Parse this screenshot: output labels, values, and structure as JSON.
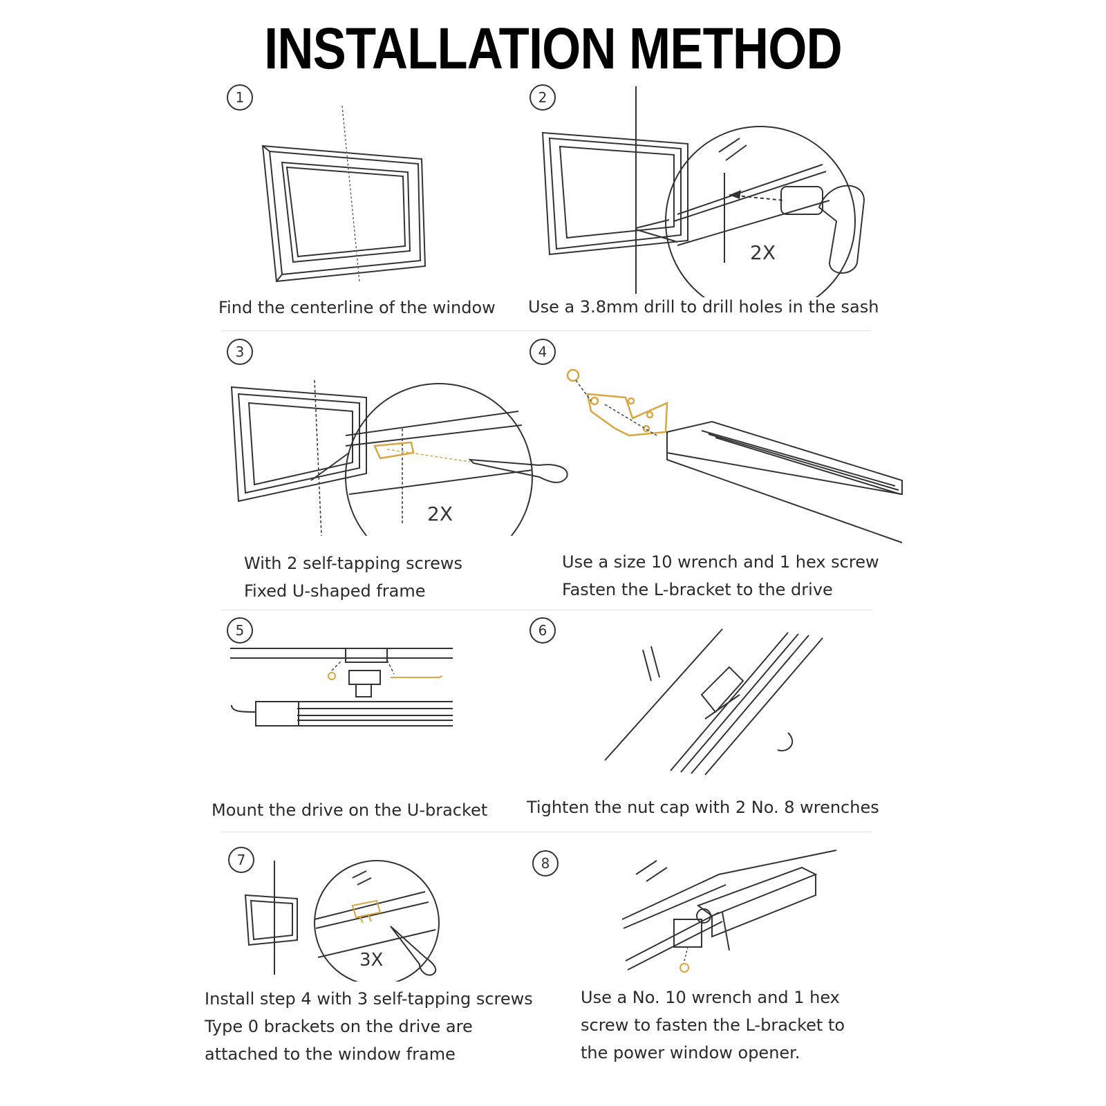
{
  "title": "INSTALLATION METHOD",
  "steps": [
    {
      "number": "1",
      "lines": [
        "Find the centerline of the window"
      ]
    },
    {
      "number": "2",
      "lines": [
        "Use a 3.8mm drill to drill holes in the sash"
      ],
      "callout": "2X"
    },
    {
      "number": "3",
      "lines": [
        "With 2 self-tapping screws",
        "Fixed U-shaped frame"
      ],
      "callout": "2X"
    },
    {
      "number": "4",
      "lines": [
        "Use a size 10 wrench and 1 hex screw",
        "Fasten the L-bracket to the drive"
      ]
    },
    {
      "number": "5",
      "lines": [
        "Mount the drive on the U-bracket"
      ]
    },
    {
      "number": "6",
      "lines": [
        "Tighten the nut cap with 2 No. 8 wrenches"
      ]
    },
    {
      "number": "7",
      "lines": [
        "Install step 4 with 3 self-tapping screws",
        "Type 0 brackets on the drive are",
        "attached to the window frame"
      ],
      "callout": "3X"
    },
    {
      "number": "8",
      "lines": [
        "Use a No. 10 wrench and 1 hex",
        "screw to fasten the L-bracket to",
        "the power window opener."
      ]
    }
  ],
  "colors": {
    "ink": "#2a2a2a",
    "accent": "#d9a640",
    "title": "#000000"
  }
}
